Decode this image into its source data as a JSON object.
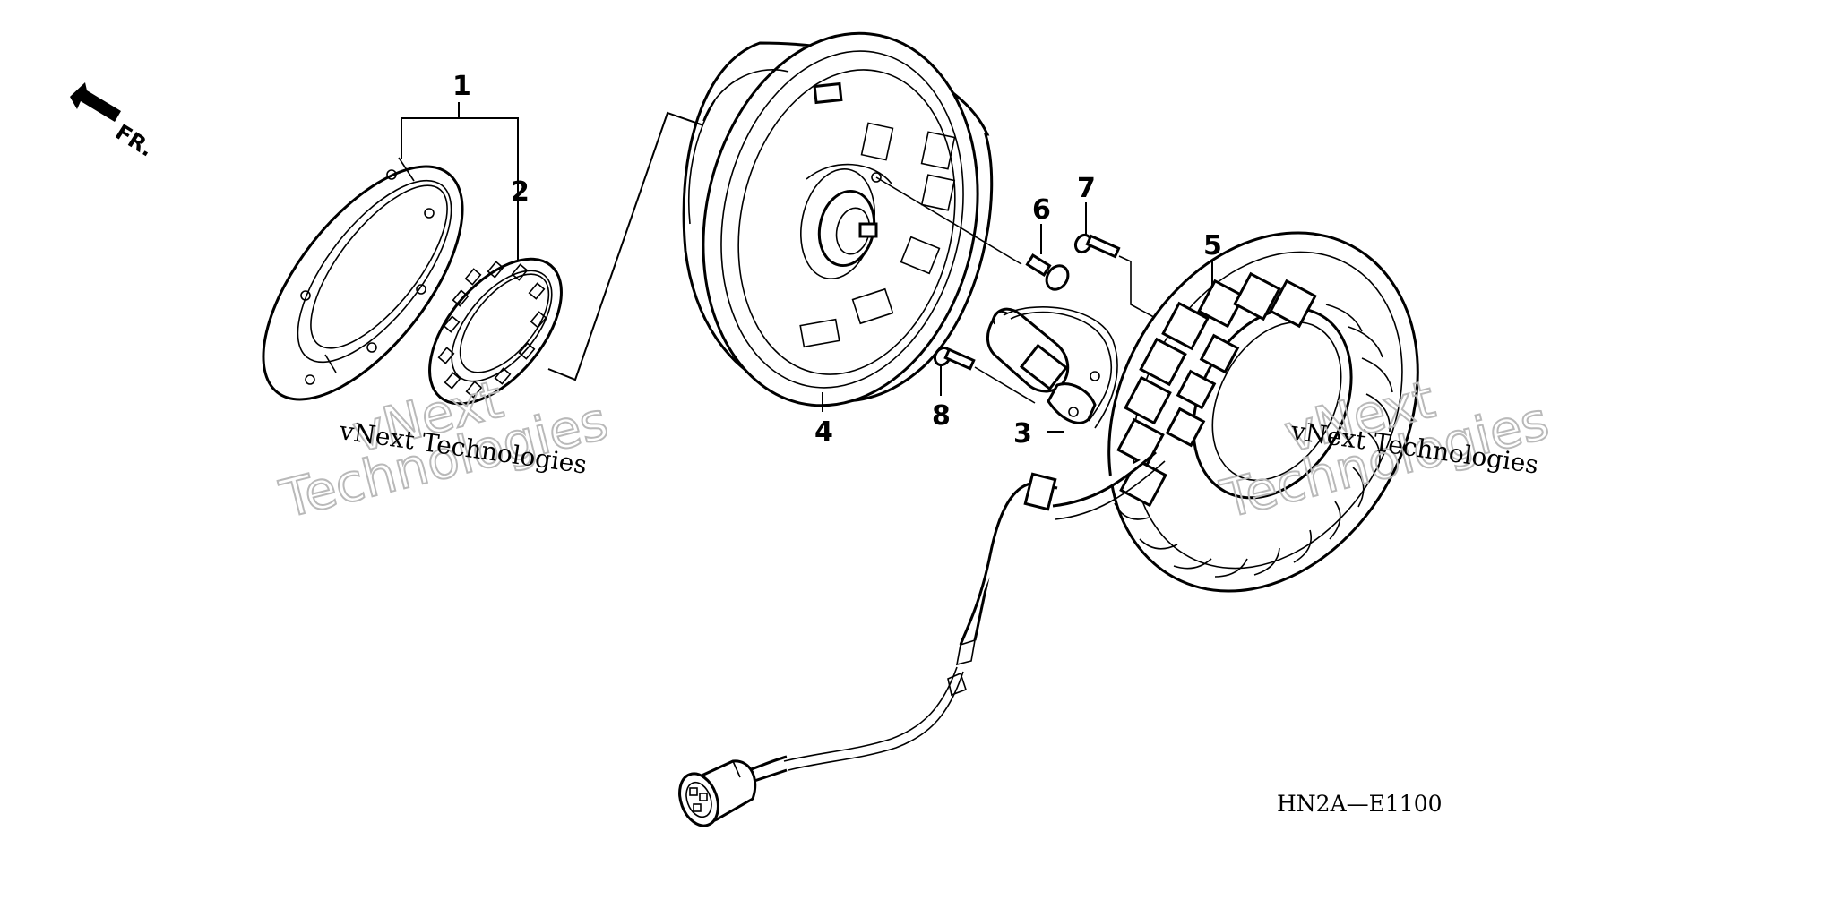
{
  "diagram": {
    "direction_label": "FR.",
    "drawing_code": "HN2A—E1100",
    "watermark": {
      "line1": "vNext",
      "line2": "Technologies",
      "caption": "vNext Technologies"
    },
    "callouts": {
      "c1": "1",
      "c2": "2",
      "c3": "3",
      "c4": "4",
      "c5": "5",
      "c6": "6",
      "c7": "7",
      "c8": "8"
    },
    "colors": {
      "line": "#000000",
      "background": "#ffffff",
      "watermark_outline": "#b9b9b9"
    }
  }
}
